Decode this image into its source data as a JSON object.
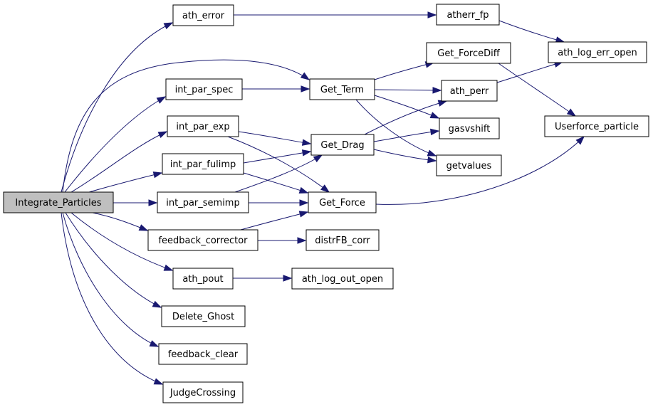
{
  "diagram": {
    "nodes": {
      "integrate_particles": "Integrate_Particles",
      "ath_error": "ath_error",
      "atherr_fp": "atherr_fp",
      "ath_log_err_open": "ath_log_err_open",
      "get_forcediff": "Get_ForceDiff",
      "int_par_spec": "int_par_spec",
      "get_term": "Get_Term",
      "ath_perr": "ath_perr",
      "userforce_particle": "Userforce_particle",
      "int_par_exp": "int_par_exp",
      "gasvshift": "gasvshift",
      "get_drag": "Get_Drag",
      "int_par_fulimp": "int_par_fulimp",
      "getvalues": "getvalues",
      "int_par_semimp": "int_par_semimp",
      "get_force": "Get_Force",
      "feedback_corrector": "feedback_corrector",
      "distrfb_corr": "distrFB_corr",
      "ath_pout": "ath_pout",
      "ath_log_out_open": "ath_log_out_open",
      "delete_ghost": "Delete_Ghost",
      "feedback_clear": "feedback_clear",
      "judgecrossing": "JudgeCrossing"
    },
    "root": "integrate_particles",
    "edges": [
      [
        "integrate_particles",
        "ath_error"
      ],
      [
        "integrate_particles",
        "get_term"
      ],
      [
        "integrate_particles",
        "int_par_spec"
      ],
      [
        "integrate_particles",
        "int_par_exp"
      ],
      [
        "integrate_particles",
        "int_par_fulimp"
      ],
      [
        "integrate_particles",
        "int_par_semimp"
      ],
      [
        "integrate_particles",
        "feedback_corrector"
      ],
      [
        "integrate_particles",
        "ath_pout"
      ],
      [
        "integrate_particles",
        "delete_ghost"
      ],
      [
        "integrate_particles",
        "feedback_clear"
      ],
      [
        "integrate_particles",
        "judgecrossing"
      ],
      [
        "ath_error",
        "atherr_fp"
      ],
      [
        "atherr_fp",
        "ath_log_err_open"
      ],
      [
        "int_par_spec",
        "get_term"
      ],
      [
        "get_term",
        "get_forcediff"
      ],
      [
        "get_term",
        "ath_perr"
      ],
      [
        "get_term",
        "gasvshift"
      ],
      [
        "get_term",
        "getvalues"
      ],
      [
        "get_forcediff",
        "userforce_particle"
      ],
      [
        "ath_perr",
        "ath_log_err_open"
      ],
      [
        "int_par_exp",
        "get_drag"
      ],
      [
        "int_par_exp",
        "get_force"
      ],
      [
        "int_par_fulimp",
        "get_drag"
      ],
      [
        "int_par_fulimp",
        "get_force"
      ],
      [
        "int_par_semimp",
        "get_drag"
      ],
      [
        "int_par_semimp",
        "get_force"
      ],
      [
        "get_drag",
        "ath_perr"
      ],
      [
        "get_drag",
        "gasvshift"
      ],
      [
        "get_drag",
        "getvalues"
      ],
      [
        "get_force",
        "userforce_particle"
      ],
      [
        "feedback_corrector",
        "get_force"
      ],
      [
        "feedback_corrector",
        "distrfb_corr"
      ],
      [
        "ath_pout",
        "ath_log_out_open"
      ]
    ],
    "colors": {
      "edge": "#191970",
      "node_border": "#000000",
      "node_fill": "#ffffff",
      "root_fill": "#bfbfbf"
    }
  }
}
